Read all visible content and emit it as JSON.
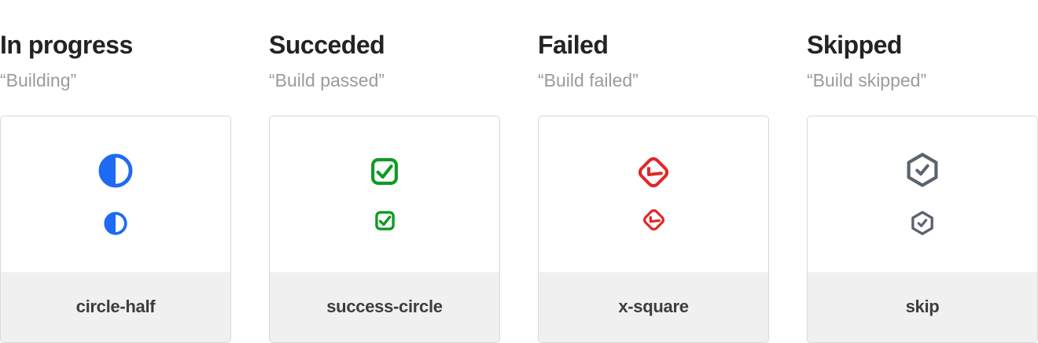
{
  "colors": {
    "in_progress": "#1f6af2",
    "success": "#0d9b21",
    "failed": "#e22727",
    "skipped": "#5c6370",
    "heading": "#232323",
    "subtitle": "#9b9b9b",
    "card_border": "#d9d9d9",
    "footer_bg": "#f0f0f0",
    "footer_label": "#3d3d3d"
  },
  "columns": [
    {
      "title": "In progress",
      "subtitle": "“Building”",
      "icon": "circle-half-icon",
      "label": "circle-half"
    },
    {
      "title": "Succeded",
      "subtitle": "“Build passed”",
      "icon": "check-square-icon",
      "label": "success-circle"
    },
    {
      "title": "Failed",
      "subtitle": "“Build failed”",
      "icon": "diamond-check-icon",
      "label": "x-square"
    },
    {
      "title": "Skipped",
      "subtitle": "“Build skipped”",
      "icon": "hexagon-check-icon",
      "label": "skip"
    }
  ]
}
